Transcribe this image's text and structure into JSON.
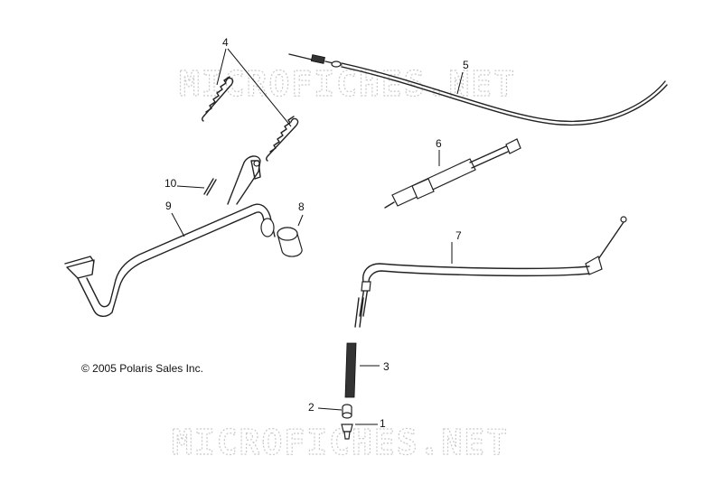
{
  "watermark": {
    "top": "MICROFICHES.NET",
    "bottom": "MICROFICHES.NET"
  },
  "copyright": "© 2005 Polaris Sales Inc.",
  "callouts": {
    "c1": "1",
    "c2": "2",
    "c3": "3",
    "c4": "4",
    "c5": "5",
    "c6": "6",
    "c7": "7",
    "c8": "8",
    "c9": "9",
    "c10": "10"
  },
  "colors": {
    "line": "#222222",
    "watermark": "#c9c9c9",
    "background": "#ffffff"
  }
}
